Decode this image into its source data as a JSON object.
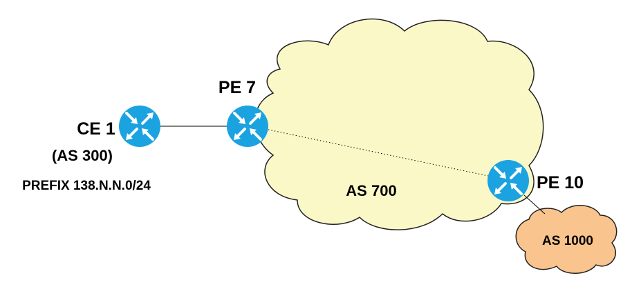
{
  "colors": {
    "background": "#ffffff",
    "as700_cloud_fill": "#fbf8c8",
    "as1000_cloud_fill": "#f9c48d",
    "cloud_stroke": "#222222",
    "router_fill": "#1aa3e0",
    "router_arrow": "#ffffff",
    "link": "#000000"
  },
  "nodes": {
    "ce1": {
      "name": "CE 1",
      "as": "(AS 300)",
      "prefix": "PREFIX 138.N.N.0/24",
      "icon": "router-icon"
    },
    "pe7": {
      "name": "PE 7",
      "icon": "router-icon"
    },
    "pe10": {
      "name": "PE 10",
      "icon": "router-icon"
    }
  },
  "clouds": {
    "as700": {
      "label": "AS 700"
    },
    "as1000": {
      "label": "AS 1000"
    }
  },
  "links": [
    {
      "from": "CE 1",
      "to": "PE 7",
      "style": "solid"
    },
    {
      "from": "PE 7",
      "to": "PE 10",
      "style": "dotted"
    },
    {
      "from": "PE 10",
      "to": "AS 1000",
      "style": "solid"
    }
  ]
}
